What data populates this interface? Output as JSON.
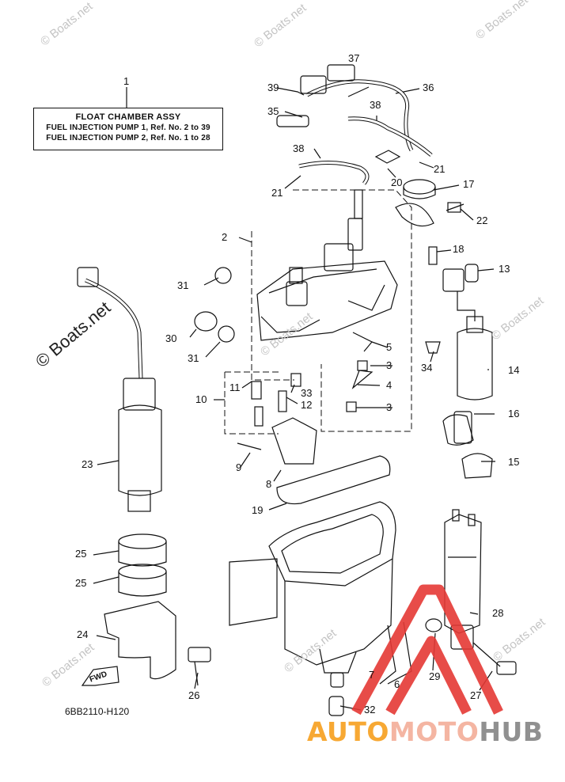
{
  "title_box": {
    "line1": "FLOAT CHAMBER ASSY",
    "line2": "FUEL INJECTION PUMP 1, Ref. No. 2 to 39",
    "line3": "FUEL INJECTION PUMP 2, Ref. No. 1 to 28"
  },
  "diagram_code": "6BB2110-H120",
  "fwd_label": "FWD",
  "watermark": "© Boats.net",
  "brand": {
    "part1": "AUTO",
    "part2": "MOTO",
    "part3": "HUB"
  },
  "colors": {
    "line": "#111111",
    "logo_triangle": "#e53935",
    "logo_auto": "#f7a833",
    "logo_moto": "#f4b5a2",
    "logo_hub": "#909090",
    "watermark": "#c4c4c4"
  },
  "callouts": {
    "n1": "1",
    "n2": "2",
    "n3a": "3",
    "n3b": "3",
    "n4": "4",
    "n5": "5",
    "n6": "6",
    "n7": "7",
    "n8": "8",
    "n9": "9",
    "n10": "10",
    "n11": "11",
    "n12": "12",
    "n13": "13",
    "n14": "14",
    "n15": "15",
    "n16": "16",
    "n17": "17",
    "n18": "18",
    "n19": "19",
    "n20": "20",
    "n21a": "21",
    "n21b": "21",
    "n22": "22",
    "n23": "23",
    "n24": "24",
    "n25a": "25",
    "n25b": "25",
    "n26": "26",
    "n27": "27",
    "n28": "28",
    "n29": "29",
    "n30": "30",
    "n31a": "31",
    "n31b": "31",
    "n32": "32",
    "n33": "33",
    "n34": "34",
    "n35": "35",
    "n36": "36",
    "n37": "37",
    "n38a": "38",
    "n38b": "38",
    "n39": "39"
  }
}
